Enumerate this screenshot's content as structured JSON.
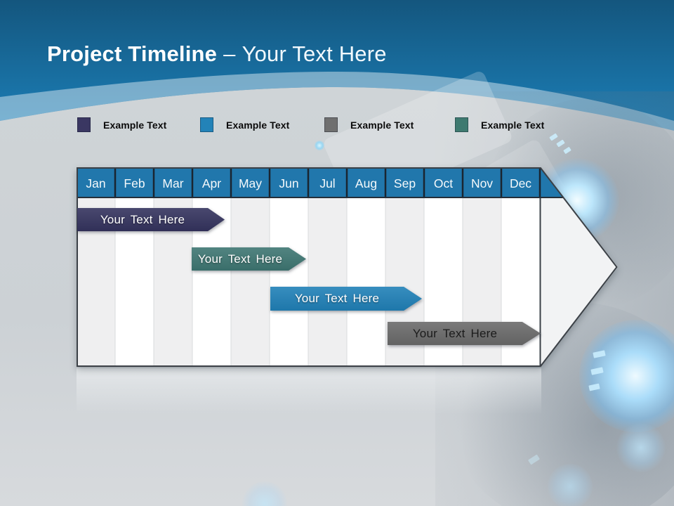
{
  "palette": {
    "sky_top": "#14567e",
    "sky_bottom": "#1f8ac6",
    "background_gray": "#ccd1d5",
    "accent_blue": "#2177ac",
    "glow_blue": "#aadcf9"
  },
  "title": {
    "bold": "Project Timeline",
    "separator": "–",
    "light": "Your Text Here"
  },
  "legend": {
    "items": [
      {
        "label": "Example Text",
        "color": "#3a3762"
      },
      {
        "label": "Example Text",
        "color": "#2383b8"
      },
      {
        "label": "Example Text",
        "color": "#6f6f6f"
      },
      {
        "label": "Example Text",
        "color": "#3e7a70"
      }
    ]
  },
  "timeline": {
    "months": [
      "Jan",
      "Feb",
      "Mar",
      "Apr",
      "May",
      "Jun",
      "Jul",
      "Aug",
      "Sep",
      "Oct",
      "Nov",
      "Dec"
    ],
    "header_color": "#2177ac"
  },
  "bars": [
    {
      "label": "Your Text Here",
      "color": "#34335e",
      "text_color": "#ffffff",
      "span": "Jan–Apr"
    },
    {
      "label": "Your Text Here",
      "color": "#3e7672",
      "text_color": "#ffffff",
      "span": "Apr–Jun"
    },
    {
      "label": "Your Text Here",
      "color": "#2080b7",
      "text_color": "#ffffff",
      "span": "Jun–Sep"
    },
    {
      "label": "Your Text Here",
      "color": "#6a6a6a",
      "text_color": "#1b1b1b",
      "span": "Sep–Dec"
    }
  ]
}
